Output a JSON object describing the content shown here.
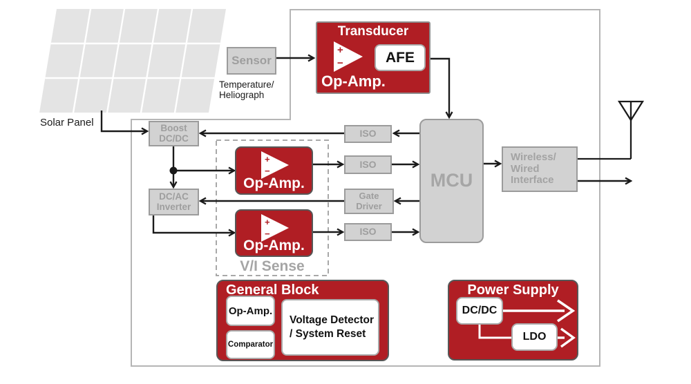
{
  "colors": {
    "accent_red": "#B01E24",
    "box_fill": "#D2D2D2",
    "box_border": "#9B9B9B",
    "gray_text": "#9E9E9E",
    "outline_gray": "#B5B5B5",
    "line_black": "#1A1A1A"
  },
  "symbols": {
    "plus": "+",
    "minus": "−"
  },
  "solar_panel": {
    "label": "Solar Panel"
  },
  "sensor": {
    "label": "Sensor",
    "caption_line1": "Temperature/",
    "caption_line2": "Heliograph"
  },
  "transducer": {
    "title": "Transducer",
    "afe_label": "AFE",
    "opamp_label": "Op-Amp."
  },
  "boost": {
    "line1": "Boost",
    "line2": "DC/DC"
  },
  "inverter": {
    "line1": "DC/AC",
    "line2": "Inverter"
  },
  "iso_top": {
    "label": "ISO"
  },
  "iso_mid": {
    "label": "ISO"
  },
  "iso_bottom": {
    "label": "ISO"
  },
  "gate_driver": {
    "line1": "Gate",
    "line2": "Driver"
  },
  "vi_sense": {
    "label": "V/I Sense",
    "opamp1_label": "Op-Amp.",
    "opamp2_label": "Op-Amp."
  },
  "mcu": {
    "label": "MCU"
  },
  "wireless": {
    "line1": "Wireless/",
    "line2": "Wired",
    "line3": "Interface"
  },
  "general_block": {
    "title": "General Block",
    "opamp_label": "Op-Amp.",
    "comparator_label": "Comparator",
    "detector_line1": "Voltage Detector",
    "detector_line2": "/ System Reset"
  },
  "power_supply": {
    "title": "Power Supply",
    "dcdc_label": "DC/DC",
    "ldo_label": "LDO"
  }
}
